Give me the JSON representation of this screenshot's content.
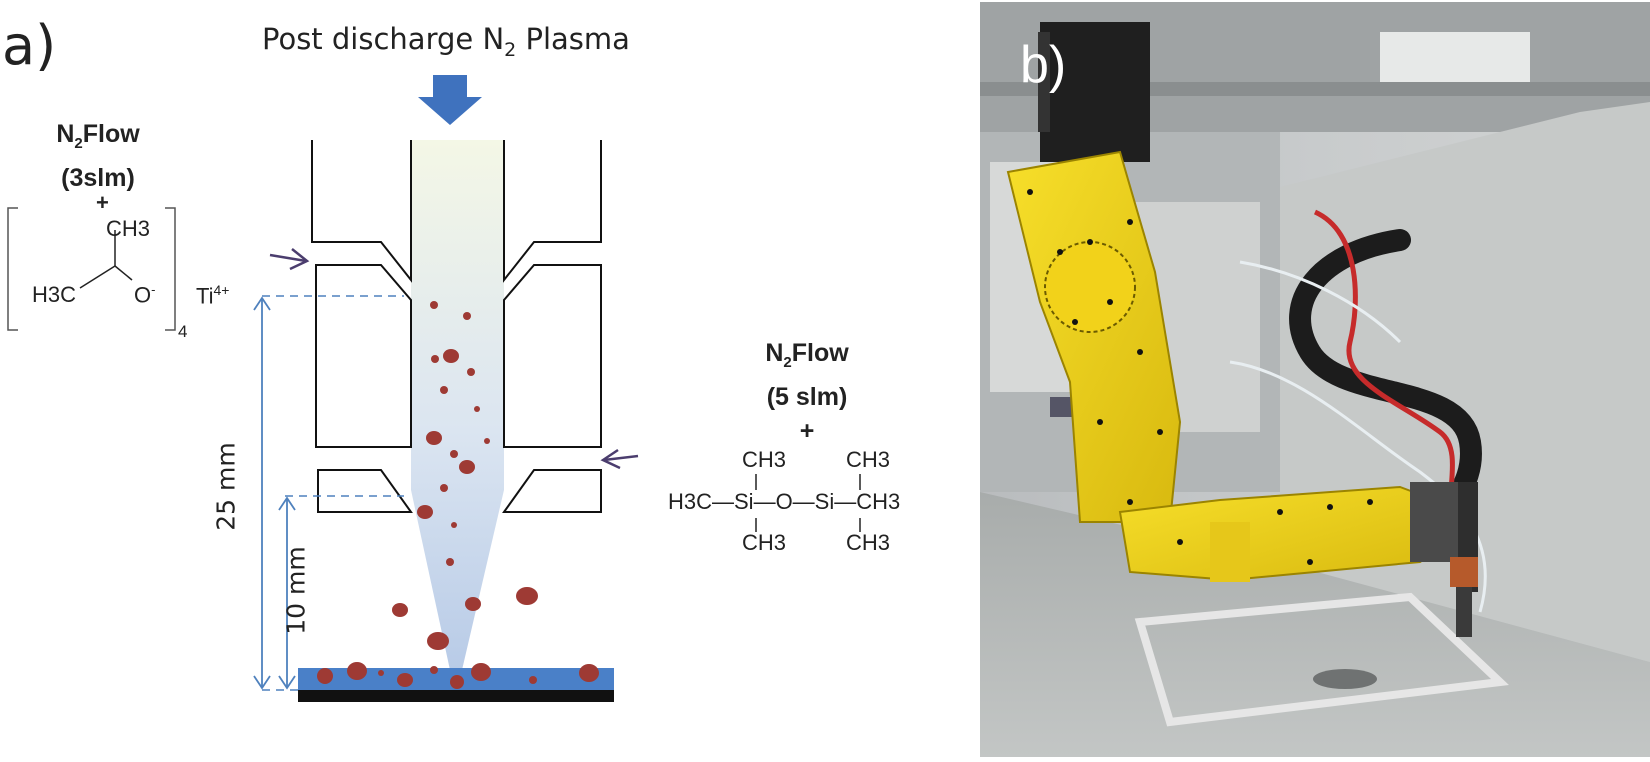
{
  "panel_a": {
    "label": "a)",
    "title_prefix": "Post discharge N",
    "title_sub": "2",
    "title_suffix": " Plasma",
    "left_flow": {
      "line1_prefix": "N",
      "line1_sub": "2",
      "line1_suffix": "Flow",
      "line2": "(3slm)"
    },
    "right_flow": {
      "line1_prefix": "N",
      "line1_sub": "2",
      "line1_suffix": "Flow",
      "line2": "(5 slm)",
      "plus": "+"
    },
    "ttip": {
      "charge": "+",
      "ch3": "CH3",
      "h3c": "H3C",
      "o": "O",
      "o_charge": "-",
      "subscript": "4",
      "ti": "Ti",
      "ti_charge": "4+"
    },
    "hmdso": {
      "ch3_top_left": "CH3",
      "ch3_top_right": "CH3",
      "main_chain": "H3C—Si—O—Si—CH3",
      "ch3_bottom_left": "CH3",
      "ch3_bottom_right": "CH3"
    },
    "dimension_long": "25 mm",
    "dimension_short": "10 mm"
  },
  "panel_b": {
    "label": "b)"
  },
  "colors": {
    "arrow_blue": "#3f72be",
    "particle_red": "#9e3a34",
    "dimension_blue": "#4f81bd",
    "substrate_blue": "#4a80c8",
    "robot_yellow": "#f2d21a",
    "inlet_arrow": "#4b3d6e"
  }
}
